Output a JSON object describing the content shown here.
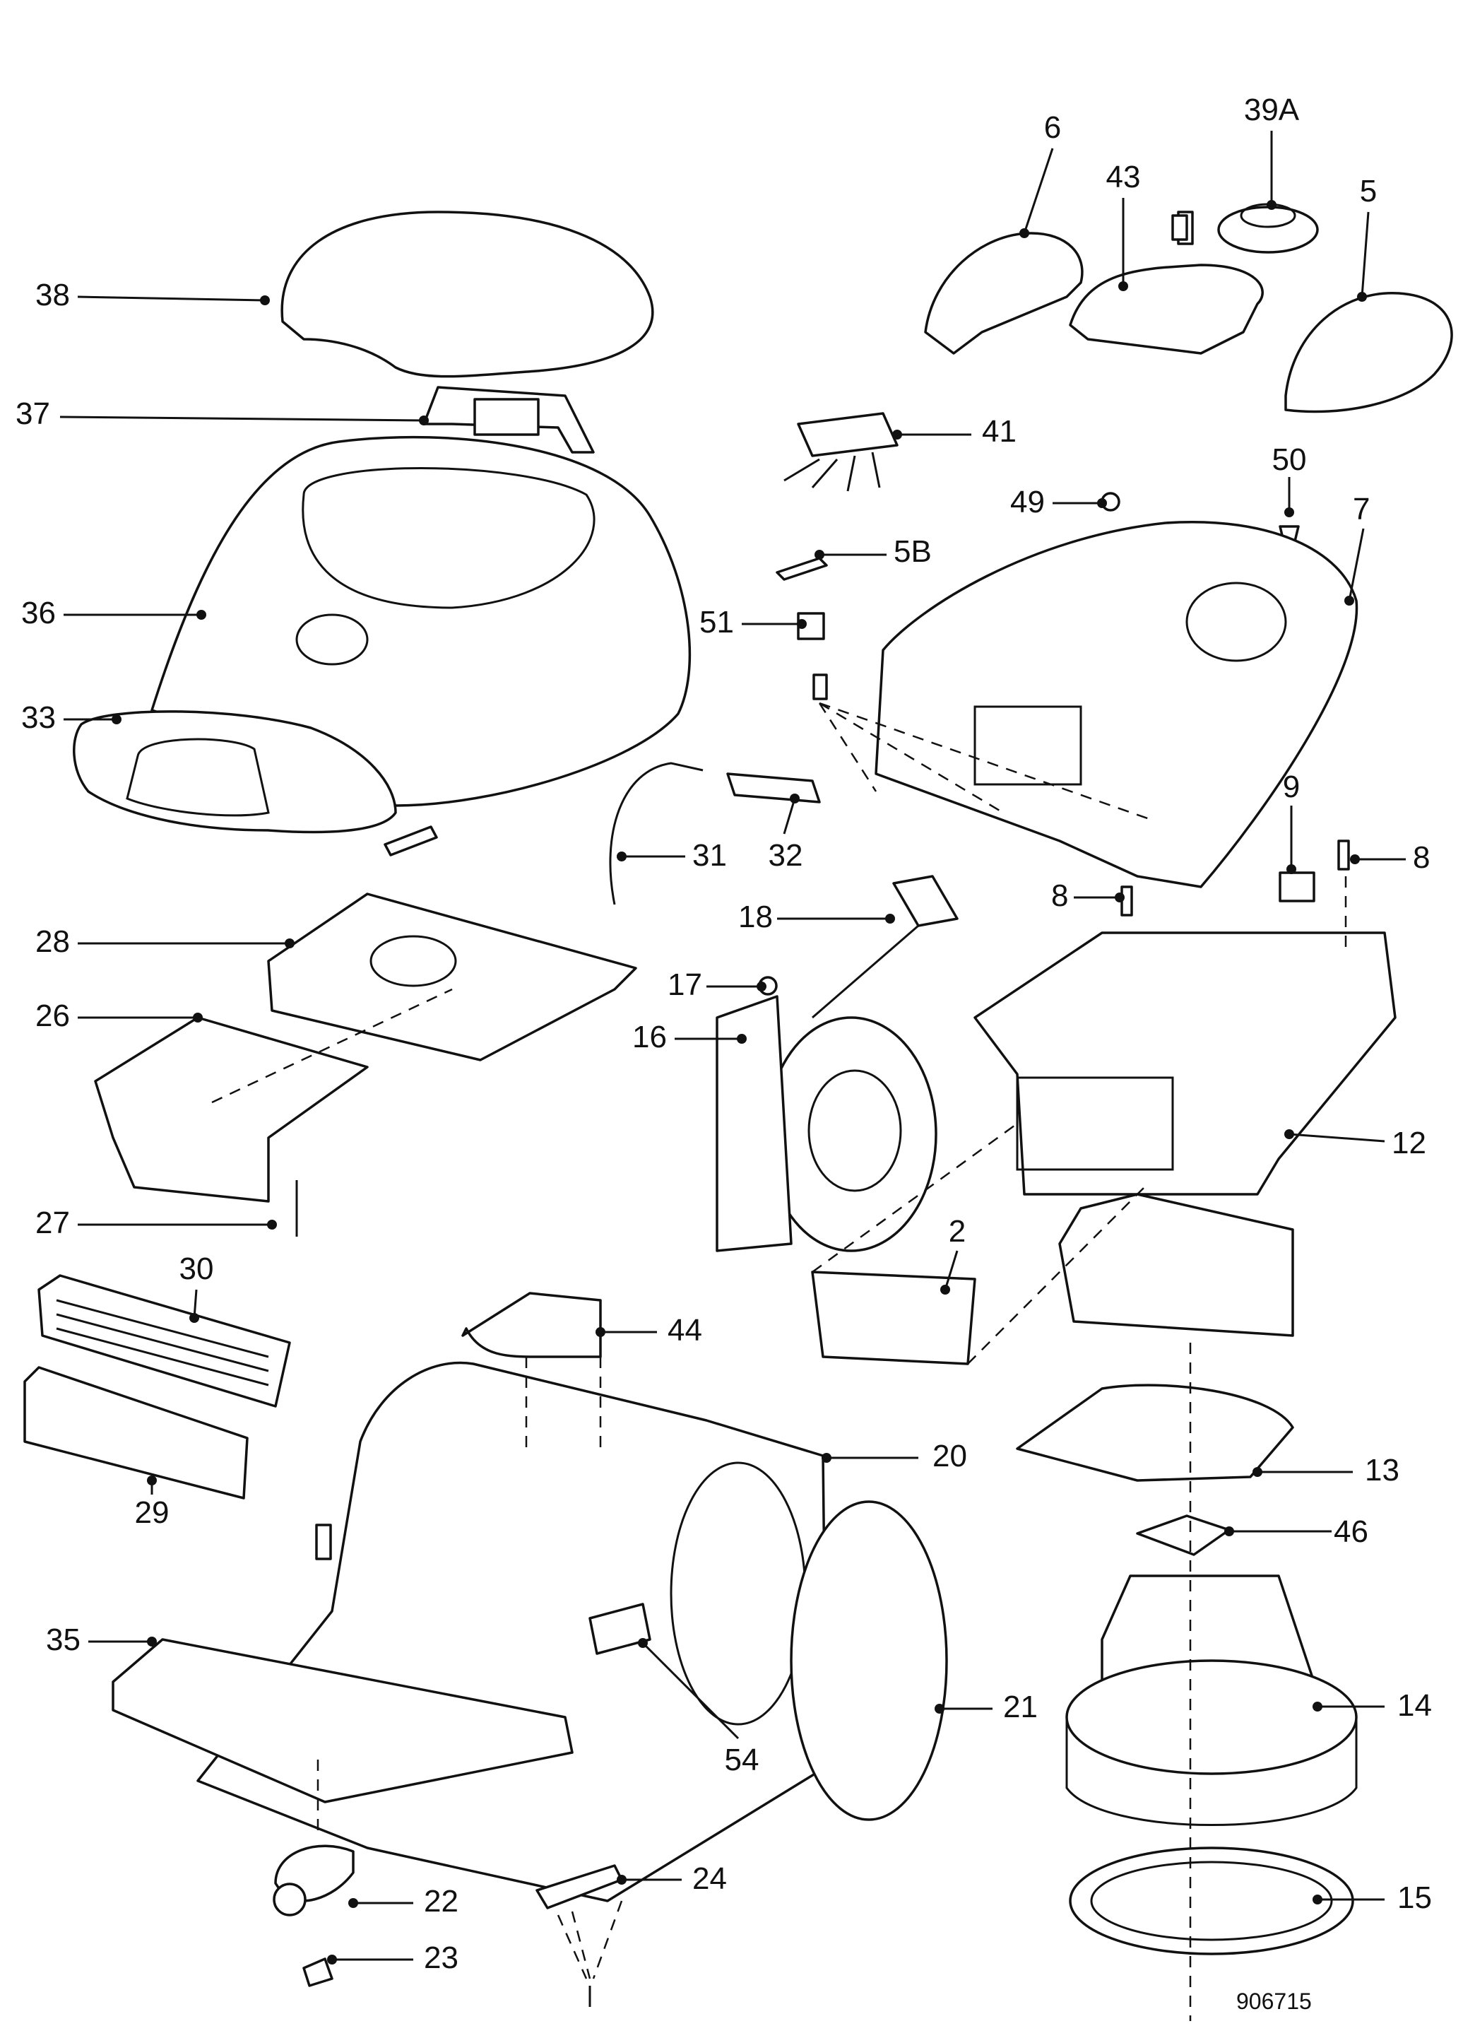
{
  "diagram": {
    "reference_number": "906715",
    "callouts": [
      {
        "id": "p6",
        "label": "6"
      },
      {
        "id": "p39a",
        "label": "39A"
      },
      {
        "id": "p43",
        "label": "43"
      },
      {
        "id": "p5",
        "label": "5"
      },
      {
        "id": "p38",
        "label": "38"
      },
      {
        "id": "p37",
        "label": "37"
      },
      {
        "id": "p41",
        "label": "41"
      },
      {
        "id": "p50",
        "label": "50"
      },
      {
        "id": "p49",
        "label": "49"
      },
      {
        "id": "p7",
        "label": "7"
      },
      {
        "id": "p5b",
        "label": "5B"
      },
      {
        "id": "p36",
        "label": "36"
      },
      {
        "id": "p51",
        "label": "51"
      },
      {
        "id": "p33",
        "label": "33"
      },
      {
        "id": "p9",
        "label": "9"
      },
      {
        "id": "p8a",
        "label": "8"
      },
      {
        "id": "p8b",
        "label": "8"
      },
      {
        "id": "p31",
        "label": "31"
      },
      {
        "id": "p32",
        "label": "32"
      },
      {
        "id": "p18",
        "label": "18"
      },
      {
        "id": "p28",
        "label": "28"
      },
      {
        "id": "p17",
        "label": "17"
      },
      {
        "id": "p26",
        "label": "26"
      },
      {
        "id": "p16",
        "label": "16"
      },
      {
        "id": "p12",
        "label": "12"
      },
      {
        "id": "p27",
        "label": "27"
      },
      {
        "id": "p2",
        "label": "2"
      },
      {
        "id": "p30",
        "label": "30"
      },
      {
        "id": "p44",
        "label": "44"
      },
      {
        "id": "p20",
        "label": "20"
      },
      {
        "id": "p13",
        "label": "13"
      },
      {
        "id": "p29",
        "label": "29"
      },
      {
        "id": "p46",
        "label": "46"
      },
      {
        "id": "p35",
        "label": "35"
      },
      {
        "id": "p54",
        "label": "54"
      },
      {
        "id": "p21",
        "label": "21"
      },
      {
        "id": "p14",
        "label": "14"
      },
      {
        "id": "p22",
        "label": "22"
      },
      {
        "id": "p24",
        "label": "24"
      },
      {
        "id": "p15",
        "label": "15"
      },
      {
        "id": "p23",
        "label": "23"
      }
    ]
  }
}
